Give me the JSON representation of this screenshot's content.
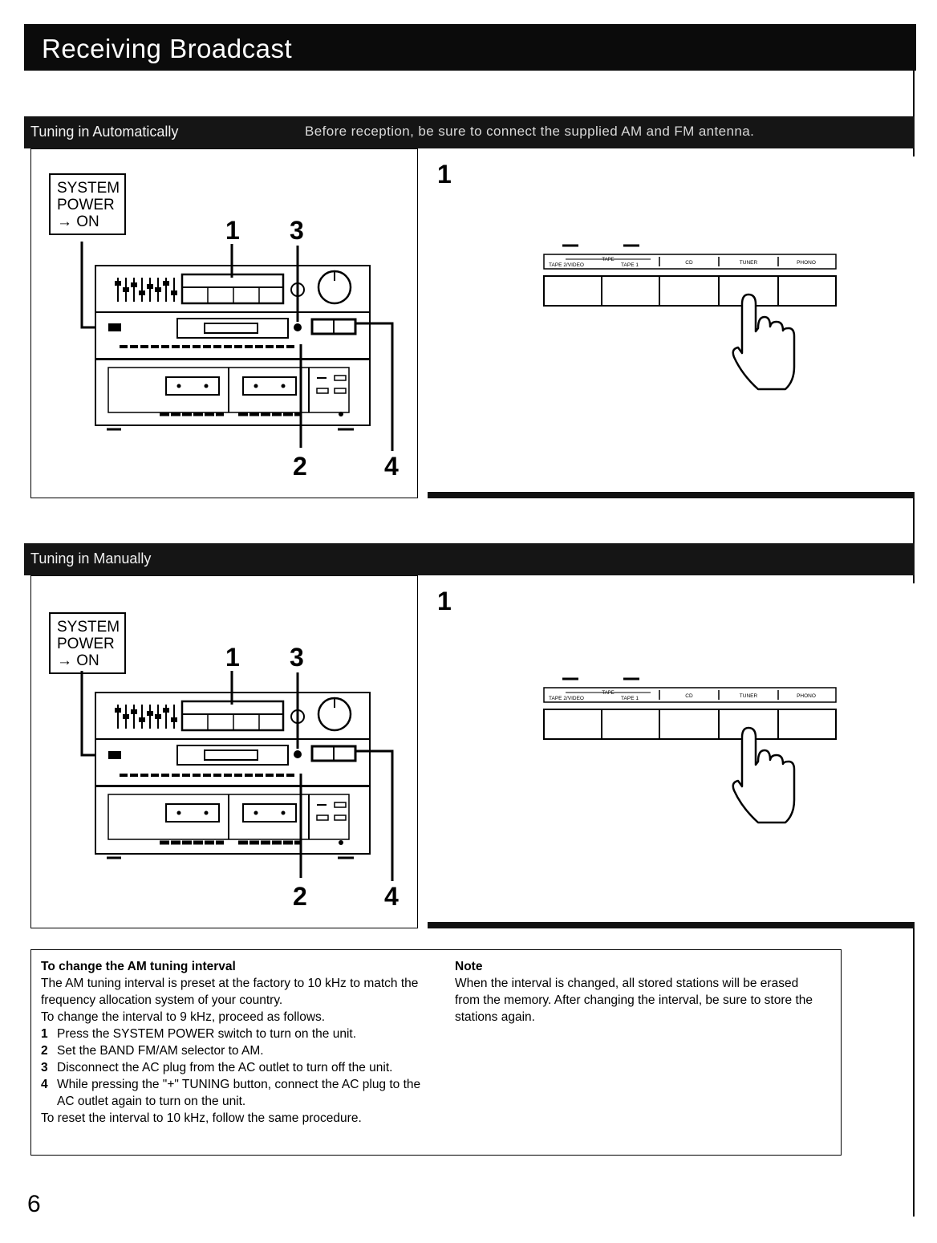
{
  "header": {
    "title": "Receiving Broadcast"
  },
  "auto": {
    "title": "Tuning in Automatically",
    "note": "Before reception, be sure to connect the supplied AM and FM antenna.",
    "step_number": "1",
    "illus": {
      "system_label": [
        "SYSTEM",
        "POWER",
        "→ ON"
      ],
      "callouts": [
        "1",
        "3",
        "2",
        "4"
      ]
    },
    "selector": {
      "group_label": "TAPE",
      "labels": [
        "TAPE 2/VIDEO",
        "TAPE 1",
        "CD",
        "TUNER",
        "PHONO"
      ]
    }
  },
  "manual": {
    "title": "Tuning in Manually",
    "step_number": "1",
    "illus": {
      "system_label": [
        "SYSTEM",
        "POWER",
        "→ ON"
      ],
      "callouts": [
        "1",
        "3",
        "2",
        "4"
      ]
    },
    "selector": {
      "group_label": "TAPE",
      "labels": [
        "TAPE 2/VIDEO",
        "TAPE 1",
        "CD",
        "TUNER",
        "PHONO"
      ]
    }
  },
  "am_interval": {
    "heading": "To change the AM tuning interval",
    "intro": "The AM tuning interval is preset at the factory to 10 kHz to match the frequency allocation system of your country.",
    "lead": "To change the interval to 9 kHz, proceed as follows.",
    "steps": [
      {
        "n": "1",
        "text": "Press the SYSTEM POWER switch to turn on the unit."
      },
      {
        "n": "2",
        "text": "Set the BAND FM/AM selector to AM."
      },
      {
        "n": "3",
        "text": "Disconnect the AC plug from the AC outlet to turn off the unit."
      },
      {
        "n": "4",
        "text": "While pressing the \"+\" TUNING  button, connect the AC plug to the AC outlet again to turn on the unit."
      }
    ],
    "reset": "To reset the interval to 10 kHz, follow the same procedure."
  },
  "note": {
    "heading": "Note",
    "text": "When the interval is changed, all stored stations will be erased from the memory.  After changing the interval, be sure to store the stations again."
  },
  "page_number": "6"
}
